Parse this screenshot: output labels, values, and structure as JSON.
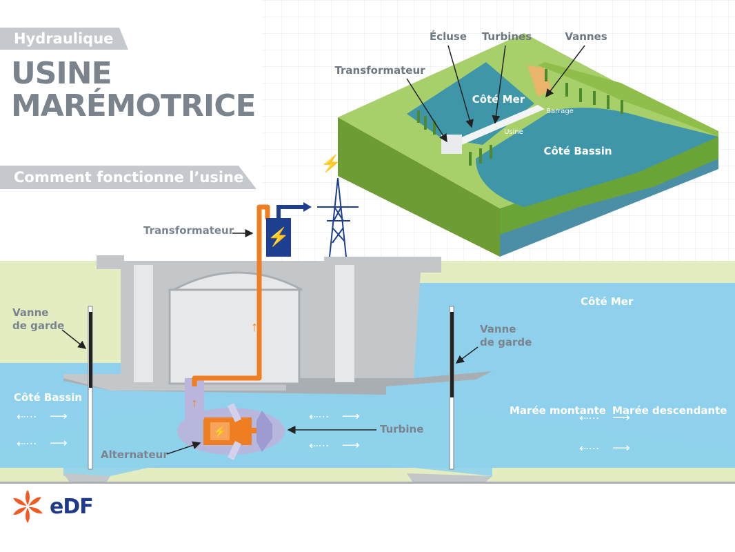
{
  "header": {
    "category": "Hydraulique",
    "title_line1": "USINE",
    "title_line2": "MARÉMOTRICE",
    "question": "Comment fonctionne l’usine ?"
  },
  "map": {
    "ecluse": "Écluse",
    "turbines": "Turbines",
    "vannes": "Vannes",
    "transformateur": "Transformateur",
    "cote_mer": "Côté  Mer",
    "cote_bassin": "Côté Bassin",
    "usine": "Usine",
    "barrage": "Barrage"
  },
  "section": {
    "transformateur": "Transformateur",
    "vanne_gauche_l1": "Vanne",
    "vanne_gauche_l2": "de garde",
    "vanne_droite_l1": "Vanne",
    "vanne_droite_l2": "de garde",
    "cote_bassin": "Côté Bassin",
    "cote_mer": "Côté Mer",
    "maree_montante": "Marée montante",
    "maree_descendante": "Marée descendante",
    "turbine": "Turbine",
    "alternateur": "Alternateur"
  },
  "brand": {
    "logo_text": "eDF",
    "logo_icon": "edf-flower-icon"
  },
  "colors": {
    "water": "#8fd1ec",
    "land": "#e4edc2",
    "concrete": "#b6babd",
    "orange": "#ef7d22",
    "navy": "#1e3f8f"
  }
}
